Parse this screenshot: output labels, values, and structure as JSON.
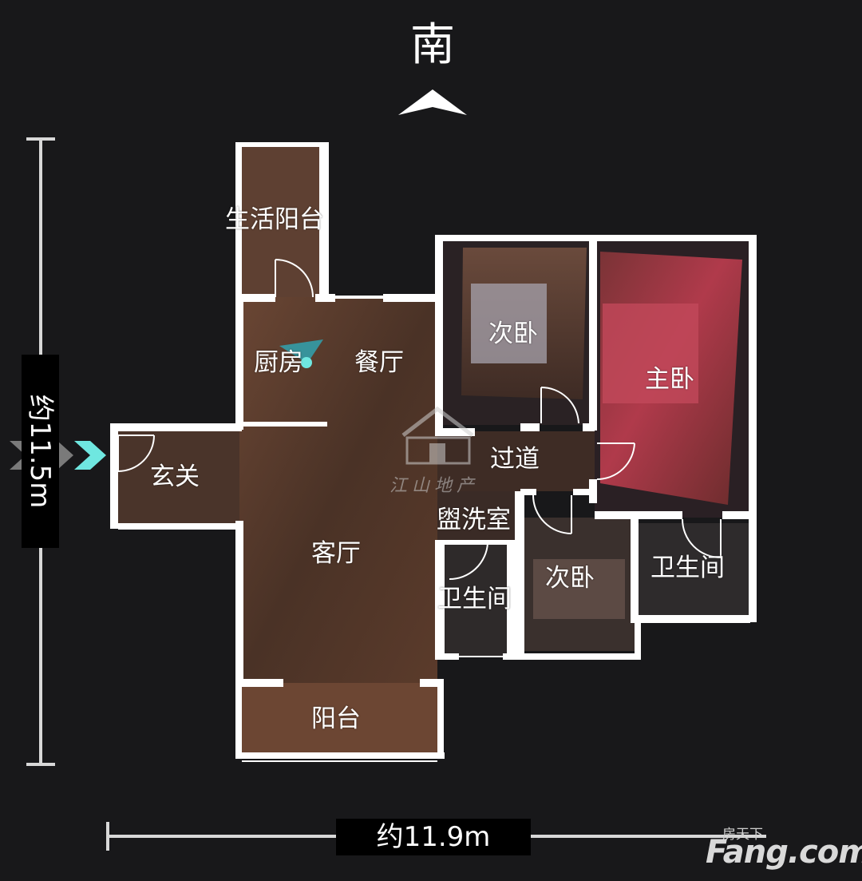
{
  "compass": {
    "direction": "南"
  },
  "rooms": {
    "service_balcony": "生活阳台",
    "kitchen": "厨房",
    "dining": "餐厅",
    "second_bedroom_top": "次卧",
    "master_bedroom": "主卧",
    "corridor": "过道",
    "entrance": "玄关",
    "washroom": "盥洗室",
    "living_room": "客厅",
    "bathroom_left": "卫生间",
    "second_bedroom_bottom": "次卧",
    "bathroom_right": "卫生间",
    "balcony": "阳台"
  },
  "dimensions": {
    "vertical": "约11.5m",
    "horizontal": "约11.9m"
  },
  "watermarks": {
    "corp": "江山地产",
    "site_small": "房天下",
    "site_logo": "Fang.com"
  },
  "colors": {
    "background": "#18181a",
    "wall": "#ffffff",
    "floor_wood": "#5a3b2a",
    "master_bed": "#b8394c",
    "entry_marker": "#6fe7e0"
  }
}
